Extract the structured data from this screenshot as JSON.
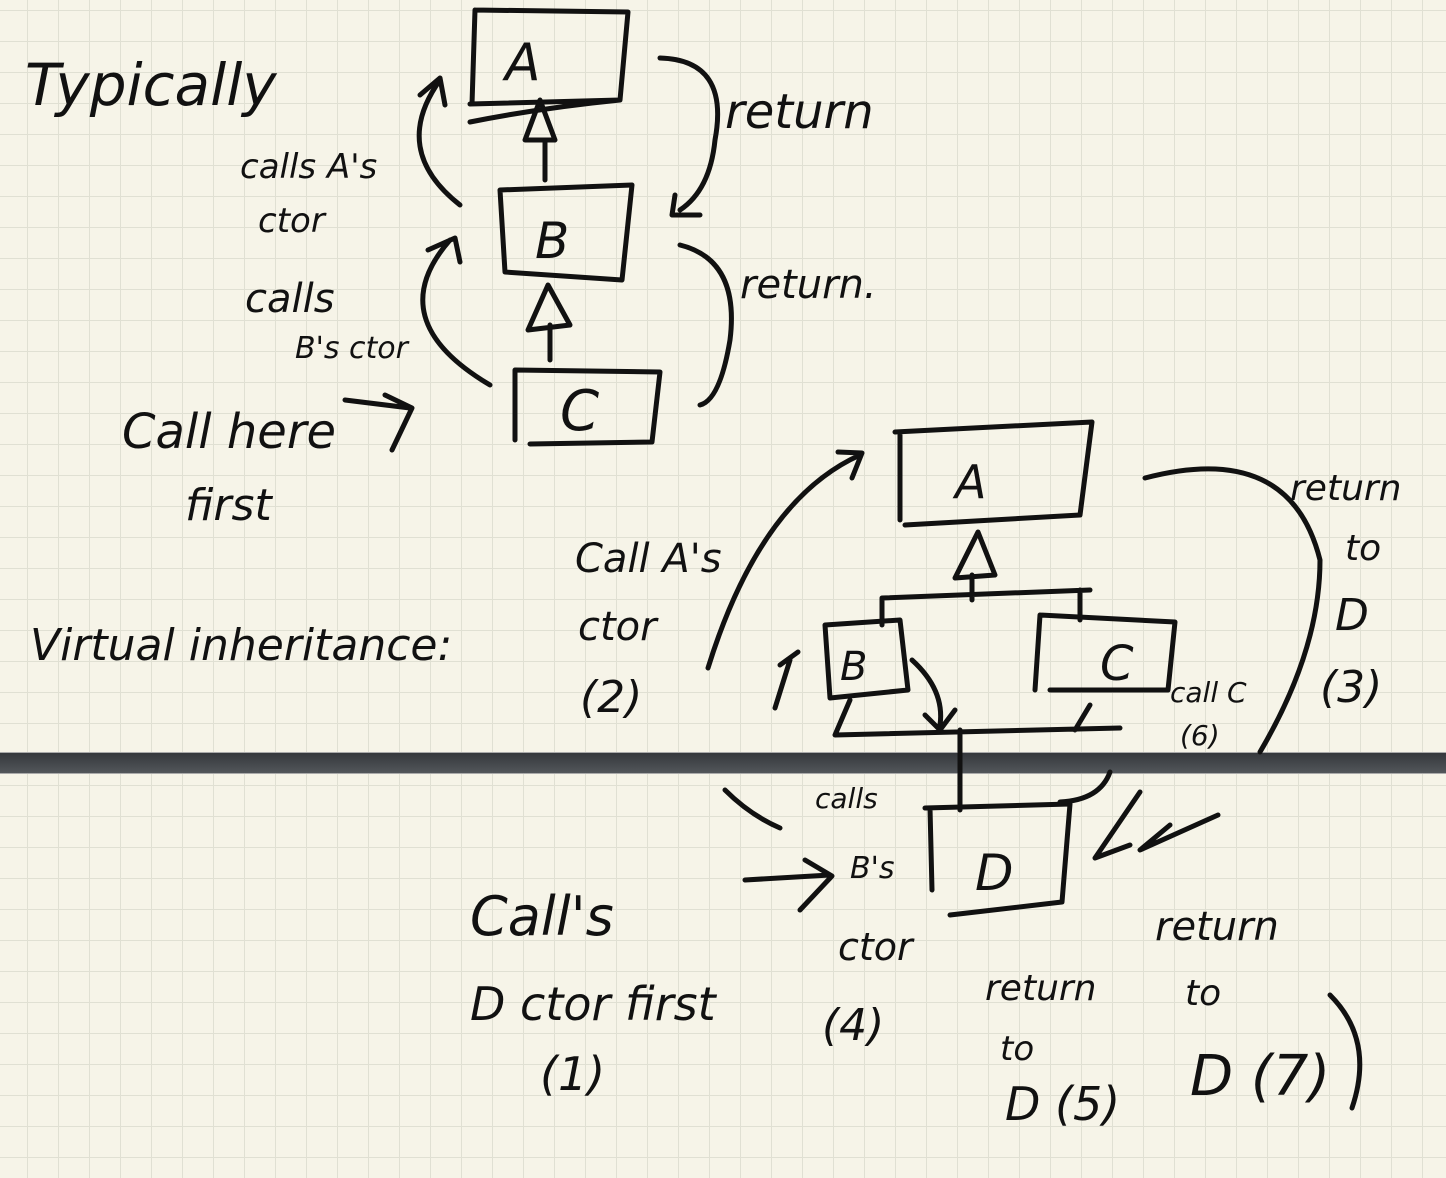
{
  "top": {
    "heading": "Typically",
    "boxes": {
      "a": "A",
      "b": "B",
      "c": "C"
    },
    "calls_a": [
      "calls A's",
      "ctor"
    ],
    "calls_b": [
      "calls",
      "B's ctor"
    ],
    "call_here": [
      "Call here",
      "first"
    ],
    "return1": "return",
    "return2": "return."
  },
  "bottom": {
    "heading": "Virtual inheritance:",
    "boxes": {
      "a": "A",
      "b": "B",
      "c": "C",
      "d": "D"
    },
    "call_a": [
      "Call A's",
      "ctor",
      "(2)"
    ],
    "return_d3": [
      "return",
      "to",
      "D",
      "(3)"
    ],
    "call_c": [
      "call C",
      "(6)"
    ],
    "calls_b": [
      "calls",
      "B's",
      "ctor",
      "(4)"
    ],
    "calls_d": [
      "Call's",
      "D ctor first",
      "(1)"
    ],
    "return_d5": [
      "return",
      "to",
      "D (5)"
    ],
    "return_d7": [
      "return",
      "to",
      "D (7)"
    ]
  }
}
